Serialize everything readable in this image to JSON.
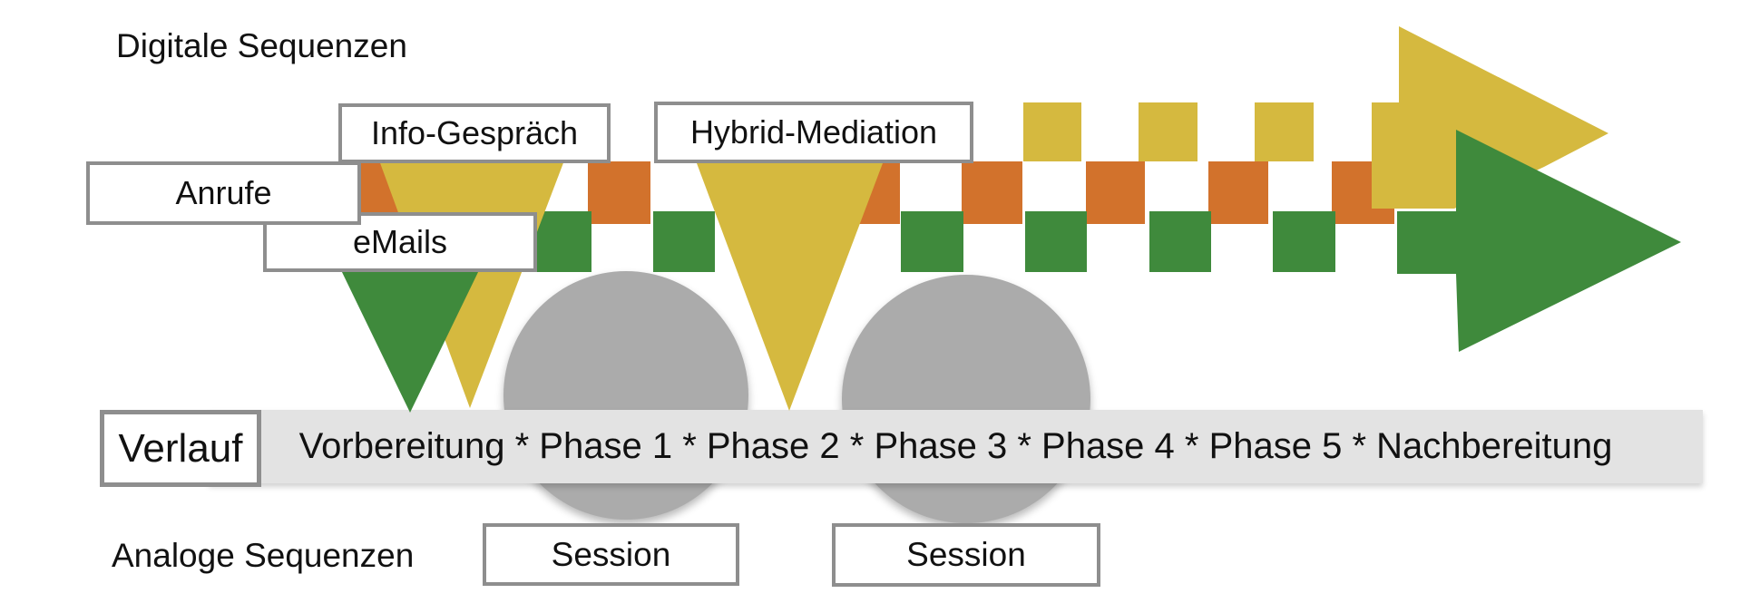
{
  "colors": {
    "yellow": "#D5B93F",
    "orange": "#D2722C",
    "green": "#3F8A3C",
    "circle-gray": "#ABABAB",
    "band-gray": "#E3E3E3",
    "border-gray": "#8E8E8E",
    "text": "#111111"
  },
  "sections": {
    "digital_label": "Digitale Sequenzen",
    "analog_label": "Analoge Sequenzen"
  },
  "callouts": {
    "anrufe": "Anrufe",
    "info_gespraech": "Info-Gespräch",
    "emails": "eMails",
    "hybrid_mediation": "Hybrid-Mediation"
  },
  "timeline": {
    "verlauf_label": "Verlauf",
    "phases_text": "Vorbereitung * Phase 1 * Phase 2  * Phase 3 * Phase 4 * Phase 5 * Nachbereitung",
    "phases": [
      "Vorbereitung",
      "Phase 1",
      "Phase 2",
      "Phase 3",
      "Phase 4",
      "Phase 5",
      "Nachbereitung"
    ]
  },
  "sessions": {
    "session1_label": "Session",
    "session2_label": "Session"
  }
}
